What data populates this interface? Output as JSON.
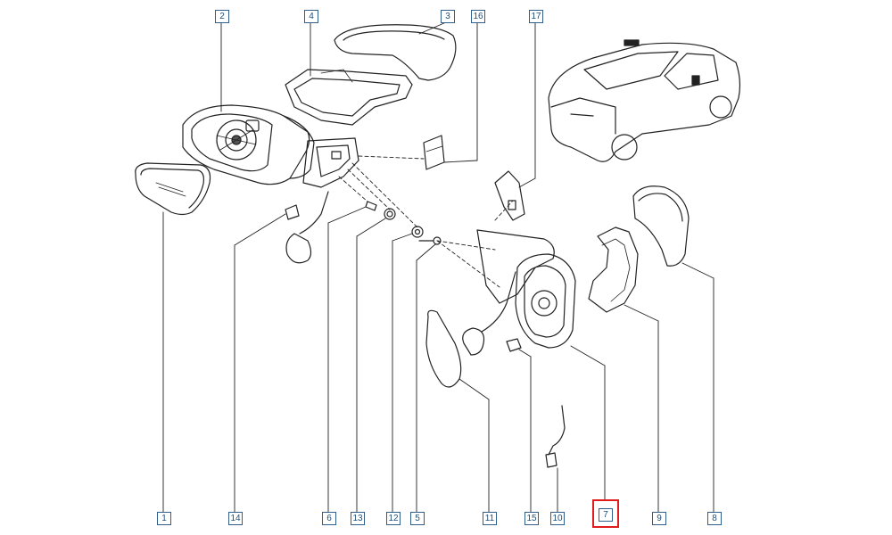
{
  "diagram": {
    "callouts": [
      {
        "id": "c1",
        "label": "1"
      },
      {
        "id": "c2",
        "label": "2"
      },
      {
        "id": "c3",
        "label": "3"
      },
      {
        "id": "c4",
        "label": "4"
      },
      {
        "id": "c5",
        "label": "5"
      },
      {
        "id": "c6",
        "label": "6"
      },
      {
        "id": "c7",
        "label": "7"
      },
      {
        "id": "c8",
        "label": "8"
      },
      {
        "id": "c9",
        "label": "9"
      },
      {
        "id": "c10",
        "label": "10"
      },
      {
        "id": "c11",
        "label": "11"
      },
      {
        "id": "c12",
        "label": "12"
      },
      {
        "id": "c13",
        "label": "13"
      },
      {
        "id": "c14",
        "label": "14"
      },
      {
        "id": "c15",
        "label": "15"
      },
      {
        "id": "c16",
        "label": "16"
      },
      {
        "id": "c17",
        "label": "17"
      }
    ],
    "selected_label": "7",
    "colors": {
      "callout_border": "#2f5f8a",
      "line": "#222222",
      "highlight": "#e01b1b"
    }
  }
}
